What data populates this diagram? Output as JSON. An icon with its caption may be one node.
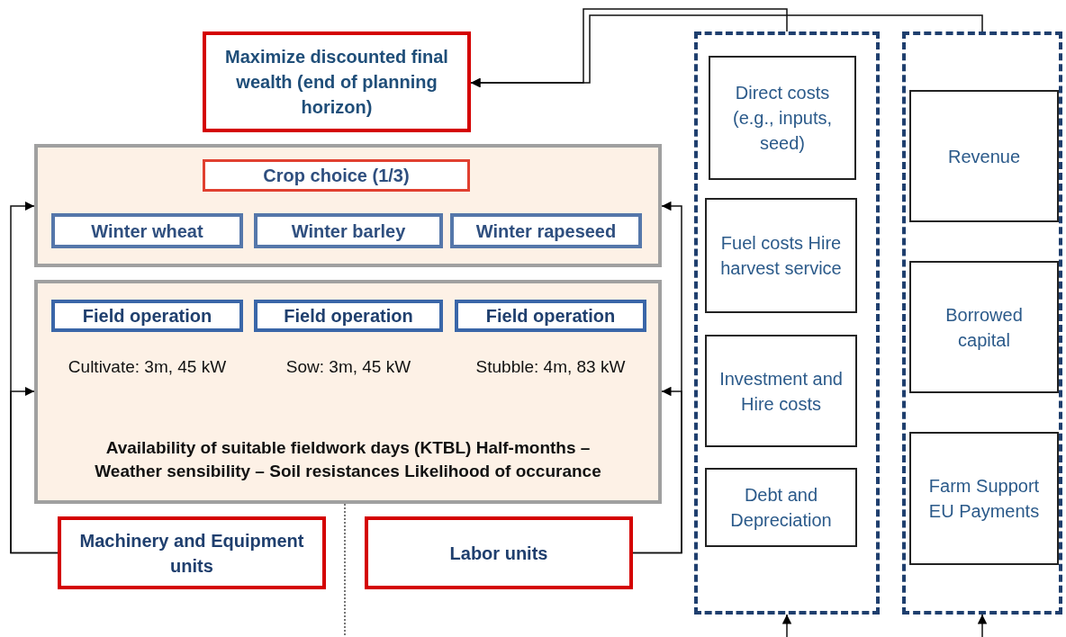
{
  "diagram": {
    "nodes": [
      {
        "text": [
          "Maximize discounted final wealth (end of planning horizon)"
        ]
      },
      {
        "text": [],
        "shape": "box"
      },
      {
        "text": [
          "Crop choice (1/3)"
        ],
        "in": 1
      },
      {
        "text": [
          "Winter wheat"
        ],
        "in": 1
      },
      {
        "text": [
          "Winter barley"
        ],
        "in": 1
      },
      {
        "text": [
          "Winter rapeseed"
        ],
        "in": 1
      },
      {
        "text": [
          "Availability of suitable fieldwork days (KTBL) Half-months – Weather sensibility – Soil resistances Likelihood of occurance"
        ]
      },
      {
        "text": [
          "Field operation"
        ],
        "in": 6,
        "beside": [
          "Cultivate: 3m, 45 kW"
        ]
      },
      {
        "text": [
          "Field operation"
        ],
        "in": 6,
        "beside": [
          "Sow: 3m, 45 kW"
        ]
      },
      {
        "text": [
          "Field operation"
        ],
        "in": 6,
        "beside": [
          "Stubble: 4m, 83 kW"
        ]
      },
      {
        "text": [
          "Machinery and Equipment units"
        ]
      },
      {
        "text": [
          "Labor units"
        ]
      },
      {
        "text": [],
        "shape": "box"
      },
      {
        "text": [
          "Direct costs (e.g., inputs, seed)"
        ],
        "in": 12
      },
      {
        "text": [
          "Fuel costs Hire harvest service"
        ],
        "in": 12
      },
      {
        "text": [
          "Investment and Hire costs"
        ],
        "in": 12
      },
      {
        "text": [
          "Debt and Depreciation"
        ],
        "in": 12
      },
      {
        "text": [],
        "shape": "box"
      },
      {
        "text": [
          "Revenue"
        ],
        "in": 17
      },
      {
        "text": [
          "Borrowed capital"
        ],
        "in": 17
      },
      {
        "text": [
          "Farm Support EU Payments"
        ],
        "in": 17
      }
    ],
    "edges": [
      {
        "from": 12,
        "to": 0,
        "arrow": "to"
      },
      {
        "from": 17,
        "to": 0,
        "arrow": "to"
      },
      {
        "from": 10,
        "to": 1,
        "arrow": "to"
      },
      {
        "from": 10,
        "to": 6,
        "arrow": "to"
      },
      {
        "from": 11,
        "to": 1,
        "arrow": "to"
      },
      {
        "from": 11,
        "to": 6,
        "arrow": "to"
      },
      {
        "from": null,
        "to": 12,
        "arrow": "to"
      },
      {
        "from": null,
        "to": 17,
        "arrow": "to"
      }
    ]
  }
}
